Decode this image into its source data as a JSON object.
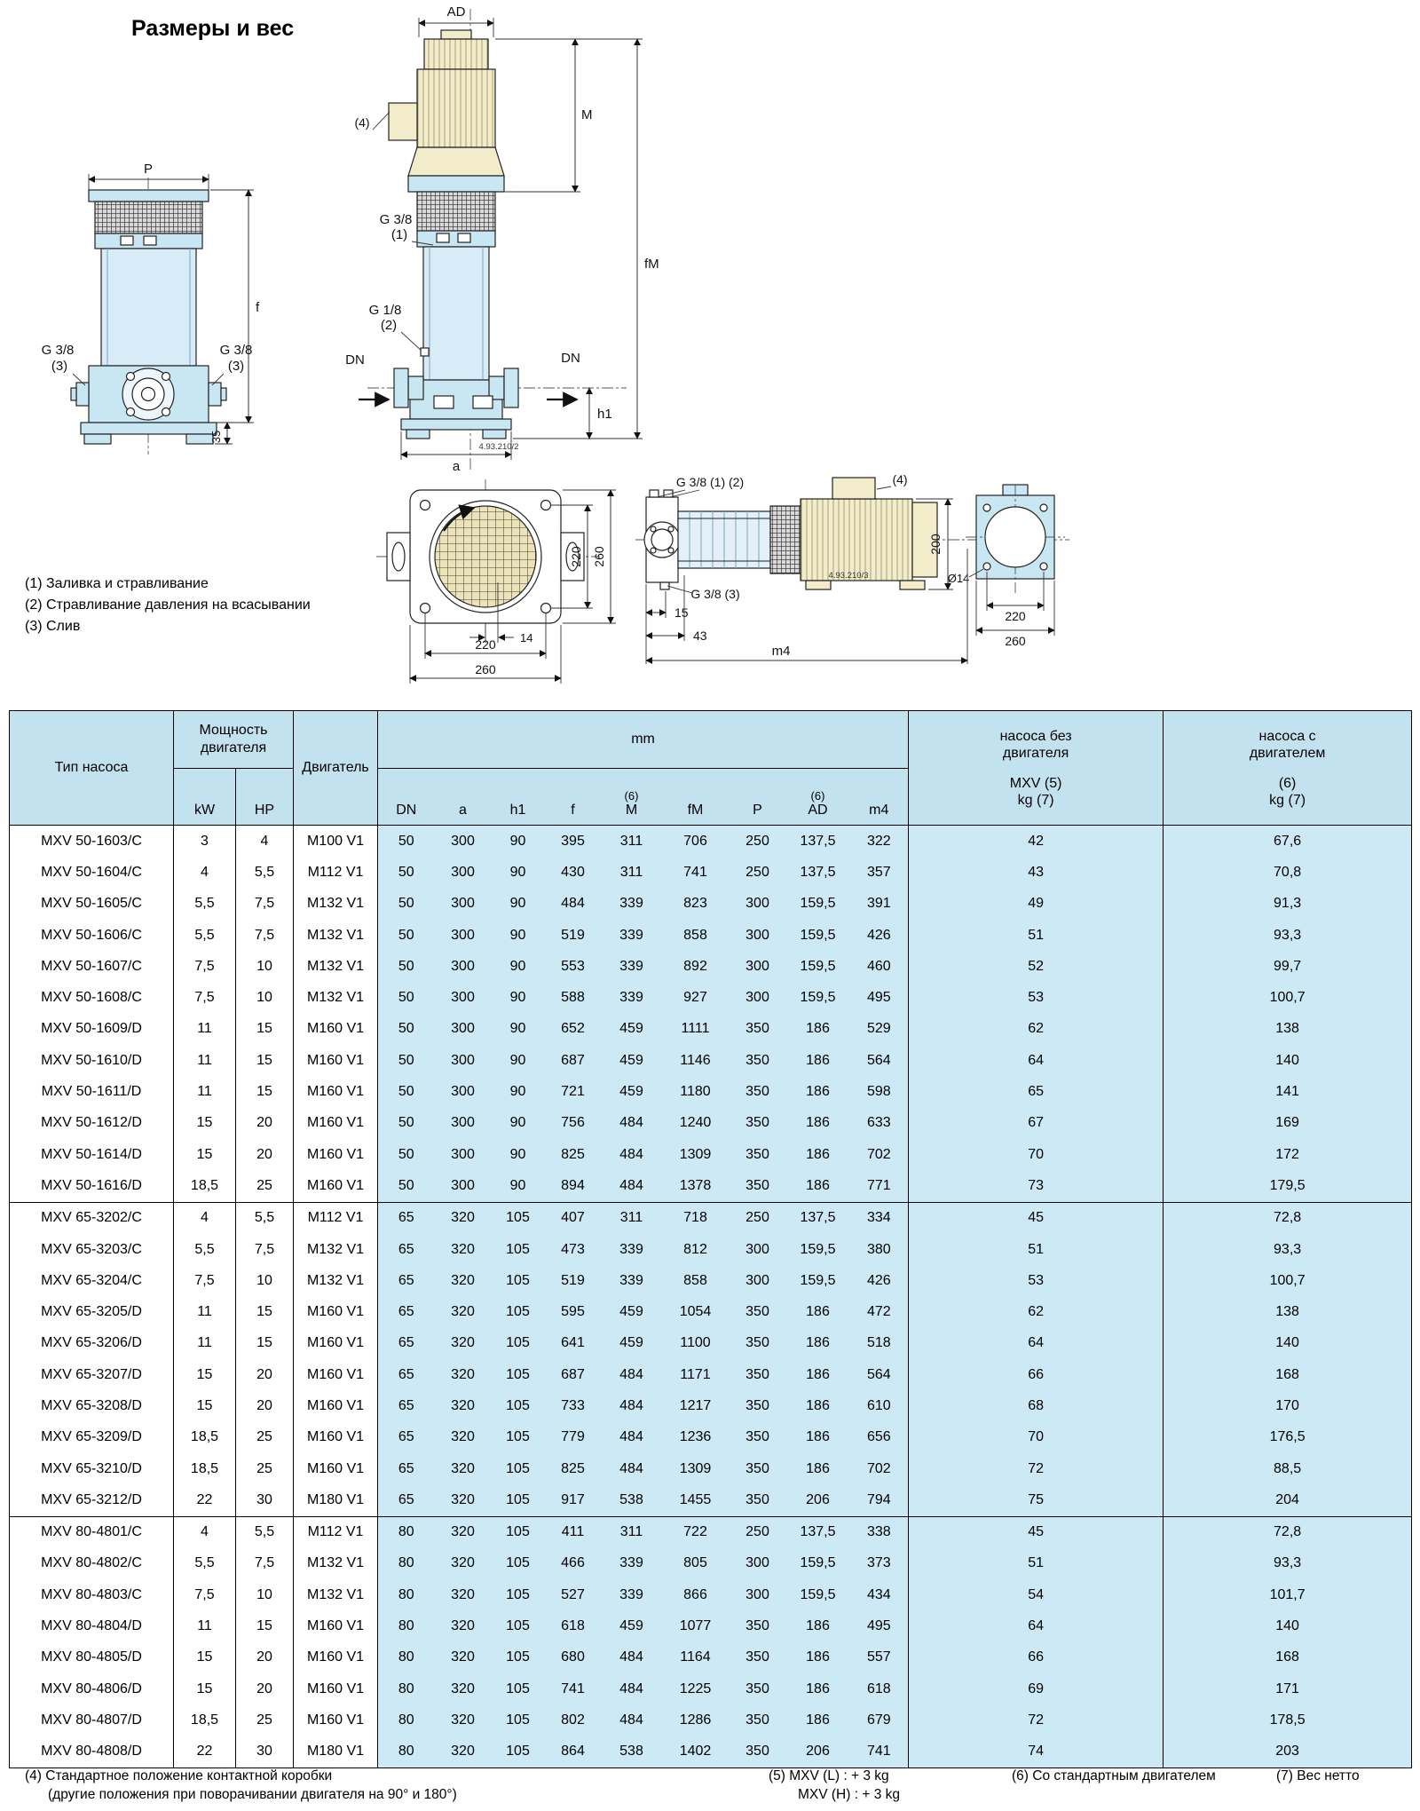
{
  "title": "Размеры и вес",
  "notes": [
    "(1) Заливка и стравливание",
    "(2) Стравливание давления на всасывании",
    "(3) Слив"
  ],
  "drawings": {
    "labels": {
      "P": "P",
      "f": "f",
      "n35": "35",
      "g38": "G 3/8",
      "g18": "G 1/8",
      "b1": "(1)",
      "b2": "(2)",
      "b3": "(3)",
      "b4": "(4)",
      "AD": "AD",
      "M": "M",
      "fM": "fM",
      "DN": "DN",
      "h1": "h1",
      "a": "a",
      "code2": "4.93.210/2",
      "code3": "4.93.210/3",
      "d220": "220",
      "d260": "260",
      "d14": "14",
      "d15": "15",
      "d43": "43",
      "m4": "m4",
      "d200": "200",
      "dia14": "Ø14",
      "g38_12": "G 3/8 (1) (2)",
      "g38_3": "G 3/8 (3)"
    }
  },
  "table": {
    "header": {
      "type": "Тип насоса",
      "power": "Мощность\nдвигателя",
      "motor": "Двигатель",
      "mm": "mm",
      "kw": "kW",
      "hp": "HP",
      "dn": "DN",
      "a": "a",
      "h1": "h1",
      "f": "f",
      "m_sup": "(6)",
      "m": "M",
      "fm": "fM",
      "p": "P",
      "ad_sup": "(6)",
      "ad": "AD",
      "m4": "m4",
      "no_motor": "насоса без\nдвигателя",
      "no_motor_sub": "MXV (5)\nkg (7)",
      "with_motor": "насоса с\nдвигателем",
      "with_motor_sub": "(6)\nkg (7)"
    },
    "groups": [
      {
        "rows": [
          [
            "MXV 50-1603/C",
            "3",
            "4",
            "M100 V1",
            "50",
            "300",
            "90",
            "395",
            "311",
            "706",
            "250",
            "137,5",
            "322",
            "42",
            "67,6"
          ],
          [
            "MXV 50-1604/C",
            "4",
            "5,5",
            "M112 V1",
            "50",
            "300",
            "90",
            "430",
            "311",
            "741",
            "250",
            "137,5",
            "357",
            "43",
            "70,8"
          ],
          [
            "MXV 50-1605/C",
            "5,5",
            "7,5",
            "M132 V1",
            "50",
            "300",
            "90",
            "484",
            "339",
            "823",
            "300",
            "159,5",
            "391",
            "49",
            "91,3"
          ],
          [
            "MXV 50-1606/C",
            "5,5",
            "7,5",
            "M132 V1",
            "50",
            "300",
            "90",
            "519",
            "339",
            "858",
            "300",
            "159,5",
            "426",
            "51",
            "93,3"
          ],
          [
            "MXV 50-1607/C",
            "7,5",
            "10",
            "M132 V1",
            "50",
            "300",
            "90",
            "553",
            "339",
            "892",
            "300",
            "159,5",
            "460",
            "52",
            "99,7"
          ],
          [
            "MXV 50-1608/C",
            "7,5",
            "10",
            "M132 V1",
            "50",
            "300",
            "90",
            "588",
            "339",
            "927",
            "300",
            "159,5",
            "495",
            "53",
            "100,7"
          ],
          [
            "MXV 50-1609/D",
            "11",
            "15",
            "M160 V1",
            "50",
            "300",
            "90",
            "652",
            "459",
            "1111",
            "350",
            "186",
            "529",
            "62",
            "138"
          ],
          [
            "MXV 50-1610/D",
            "11",
            "15",
            "M160 V1",
            "50",
            "300",
            "90",
            "687",
            "459",
            "1146",
            "350",
            "186",
            "564",
            "64",
            "140"
          ],
          [
            "MXV 50-1611/D",
            "11",
            "15",
            "M160 V1",
            "50",
            "300",
            "90",
            "721",
            "459",
            "1180",
            "350",
            "186",
            "598",
            "65",
            "141"
          ],
          [
            "MXV 50-1612/D",
            "15",
            "20",
            "M160 V1",
            "50",
            "300",
            "90",
            "756",
            "484",
            "1240",
            "350",
            "186",
            "633",
            "67",
            "169"
          ],
          [
            "MXV 50-1614/D",
            "15",
            "20",
            "M160 V1",
            "50",
            "300",
            "90",
            "825",
            "484",
            "1309",
            "350",
            "186",
            "702",
            "70",
            "172"
          ],
          [
            "MXV 50-1616/D",
            "18,5",
            "25",
            "M160 V1",
            "50",
            "300",
            "90",
            "894",
            "484",
            "1378",
            "350",
            "186",
            "771",
            "73",
            "179,5"
          ]
        ]
      },
      {
        "rows": [
          [
            "MXV 65-3202/C",
            "4",
            "5,5",
            "M112 V1",
            "65",
            "320",
            "105",
            "407",
            "311",
            "718",
            "250",
            "137,5",
            "334",
            "45",
            "72,8"
          ],
          [
            "MXV 65-3203/C",
            "5,5",
            "7,5",
            "M132 V1",
            "65",
            "320",
            "105",
            "473",
            "339",
            "812",
            "300",
            "159,5",
            "380",
            "51",
            "93,3"
          ],
          [
            "MXV 65-3204/C",
            "7,5",
            "10",
            "M132 V1",
            "65",
            "320",
            "105",
            "519",
            "339",
            "858",
            "300",
            "159,5",
            "426",
            "53",
            "100,7"
          ],
          [
            "MXV 65-3205/D",
            "11",
            "15",
            "M160 V1",
            "65",
            "320",
            "105",
            "595",
            "459",
            "1054",
            "350",
            "186",
            "472",
            "62",
            "138"
          ],
          [
            "MXV 65-3206/D",
            "11",
            "15",
            "M160 V1",
            "65",
            "320",
            "105",
            "641",
            "459",
            "1100",
            "350",
            "186",
            "518",
            "64",
            "140"
          ],
          [
            "MXV 65-3207/D",
            "15",
            "20",
            "M160 V1",
            "65",
            "320",
            "105",
            "687",
            "484",
            "1171",
            "350",
            "186",
            "564",
            "66",
            "168"
          ],
          [
            "MXV 65-3208/D",
            "15",
            "20",
            "M160 V1",
            "65",
            "320",
            "105",
            "733",
            "484",
            "1217",
            "350",
            "186",
            "610",
            "68",
            "170"
          ],
          [
            "MXV 65-3209/D",
            "18,5",
            "25",
            "M160 V1",
            "65",
            "320",
            "105",
            "779",
            "484",
            "1236",
            "350",
            "186",
            "656",
            "70",
            "176,5"
          ],
          [
            "MXV 65-3210/D",
            "18,5",
            "25",
            "M160 V1",
            "65",
            "320",
            "105",
            "825",
            "484",
            "1309",
            "350",
            "186",
            "702",
            "72",
            "88,5"
          ],
          [
            "MXV 65-3212/D",
            "22",
            "30",
            "M180 V1",
            "65",
            "320",
            "105",
            "917",
            "538",
            "1455",
            "350",
            "206",
            "794",
            "75",
            "204"
          ]
        ]
      },
      {
        "rows": [
          [
            "MXV 80-4801/C",
            "4",
            "5,5",
            "M112 V1",
            "80",
            "320",
            "105",
            "411",
            "311",
            "722",
            "250",
            "137,5",
            "338",
            "45",
            "72,8"
          ],
          [
            "MXV 80-4802/C",
            "5,5",
            "7,5",
            "M132 V1",
            "80",
            "320",
            "105",
            "466",
            "339",
            "805",
            "300",
            "159,5",
            "373",
            "51",
            "93,3"
          ],
          [
            "MXV 80-4803/C",
            "7,5",
            "10",
            "M132 V1",
            "80",
            "320",
            "105",
            "527",
            "339",
            "866",
            "300",
            "159,5",
            "434",
            "54",
            "101,7"
          ],
          [
            "MXV 80-4804/D",
            "11",
            "15",
            "M160 V1",
            "80",
            "320",
            "105",
            "618",
            "459",
            "1077",
            "350",
            "186",
            "495",
            "64",
            "140"
          ],
          [
            "MXV 80-4805/D",
            "15",
            "20",
            "M160 V1",
            "80",
            "320",
            "105",
            "680",
            "484",
            "1164",
            "350",
            "186",
            "557",
            "66",
            "168"
          ],
          [
            "MXV 80-4806/D",
            "15",
            "20",
            "M160 V1",
            "80",
            "320",
            "105",
            "741",
            "484",
            "1225",
            "350",
            "186",
            "618",
            "69",
            "171"
          ],
          [
            "MXV 80-4807/D",
            "18,5",
            "25",
            "M160 V1",
            "80",
            "320",
            "105",
            "802",
            "484",
            "1286",
            "350",
            "186",
            "679",
            "72",
            "178,5"
          ],
          [
            "MXV 80-4808/D",
            "22",
            "30",
            "M180 V1",
            "80",
            "320",
            "105",
            "864",
            "538",
            "1402",
            "350",
            "206",
            "741",
            "74",
            "203"
          ]
        ]
      }
    ]
  },
  "footnotes": {
    "fn4a": "(4) Стандартное положение контактной коробки",
    "fn4b": "(другие положения при поворачивании двигателя на 90° и 180°)",
    "fn5a": "(5) MXV (L) : + 3 kg",
    "fn5b": "MXV (H) : + 3 kg",
    "fn6": "(6) Со стандартным двигателем",
    "fn7": "(7) Вес нетто"
  },
  "colors": {
    "table_header_blue": "#c3e2f0",
    "table_cell_blue": "#cde9f6",
    "drawing_blue": "#c9e6f3",
    "motor_cream": "#f3ecca"
  }
}
